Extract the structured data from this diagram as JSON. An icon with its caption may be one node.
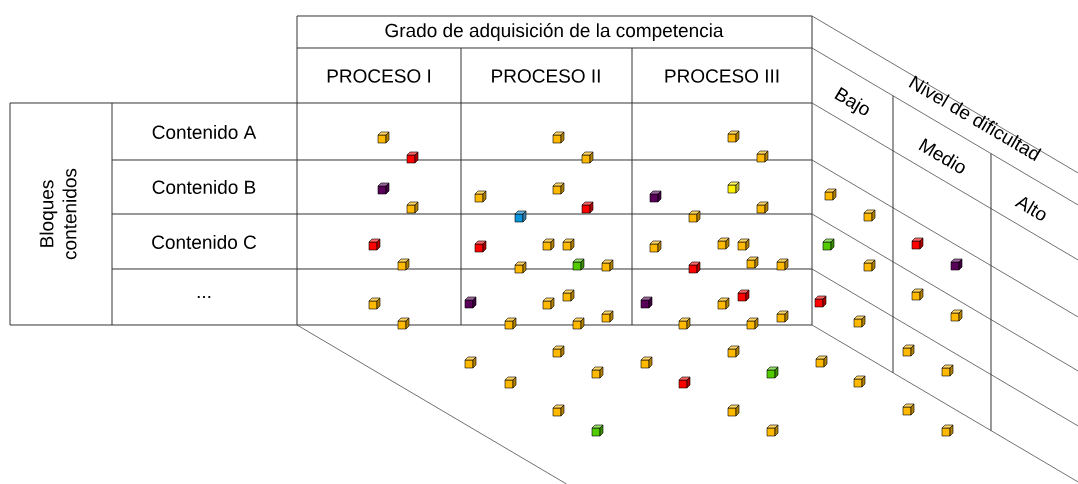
{
  "diagram": {
    "labels": [
      "Grado de adquisición de la competencia",
      "PROCESO I",
      "PROCESO II",
      "PROCESO III",
      "Nivel de dificultad",
      "Bajo",
      "Medio",
      "Alto",
      "Bloques contenidos",
      "Contenido A",
      "Contenido B",
      "Contenido C",
      "..."
    ]
  }
}
